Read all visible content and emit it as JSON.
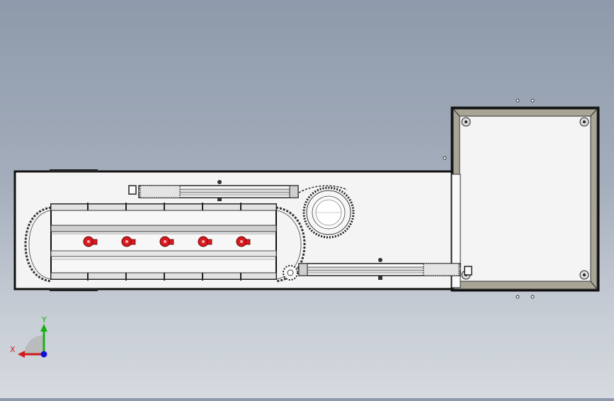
{
  "scene": {
    "background_top": "#8e9aab",
    "background_bottom": "#d6dae0",
    "stroke_color": "#111111",
    "panel_fill": "#f4f4f4",
    "frame_fill": "#a8a597",
    "nozzle_color": "#d81b20"
  },
  "machine": {
    "nozzle_count": 5,
    "conveyor_upper": "chain-conveyor",
    "conveyor_lower": "chain-conveyor",
    "sprocket": "sprocket-wheel",
    "star_gear": "star-gear"
  },
  "triad": {
    "x_label": "X",
    "y_label": "Y",
    "x_color": "#d11a1a",
    "y_color": "#17b117",
    "z_color": "#1010d8"
  }
}
